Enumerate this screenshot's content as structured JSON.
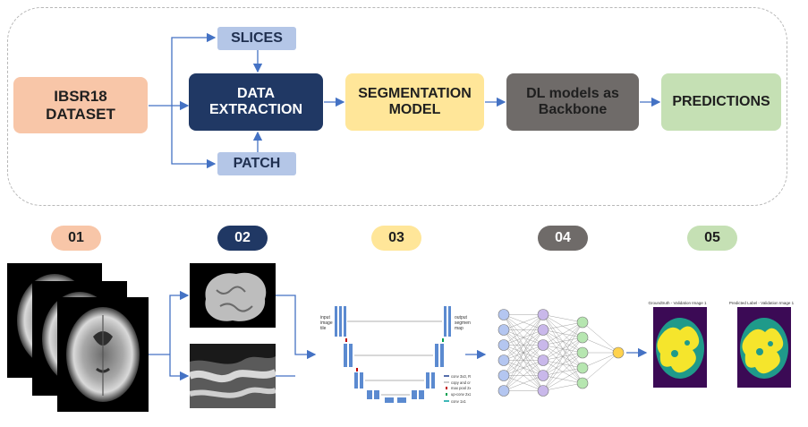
{
  "nodes": {
    "dataset": "IBSR18\nDATASET",
    "slices": "SLICES",
    "patch": "PATCH",
    "extraction": "DATA\nEXTRACTION",
    "segmentation": "SEGMENTATION\nMODEL",
    "backbone": "DL models as\nBackbone",
    "predictions": "PREDICTIONS"
  },
  "steps": [
    "01",
    "02",
    "03",
    "04",
    "05"
  ],
  "unet": {
    "input_label": "input\nimage\ntile",
    "output_label": "output\nsegmentation\nmap",
    "legend": [
      "conv 3x3, ReLU",
      "copy and crop",
      "max pool 2x2",
      "up-conv 2x2",
      "conv 1x1"
    ]
  },
  "results": {
    "groundtruth_title": "Groundtruth - Validation Image 1",
    "predicted_title": "Predicted Label - Validation Image 1"
  },
  "colors": {
    "dataset": "#f8c6a8",
    "small": "#b4c6e7",
    "extraction": "#203864",
    "segmentation": "#ffe699",
    "backbone": "#6f6b69",
    "predictions": "#c5e0b4",
    "arrow": "#4472c4"
  }
}
